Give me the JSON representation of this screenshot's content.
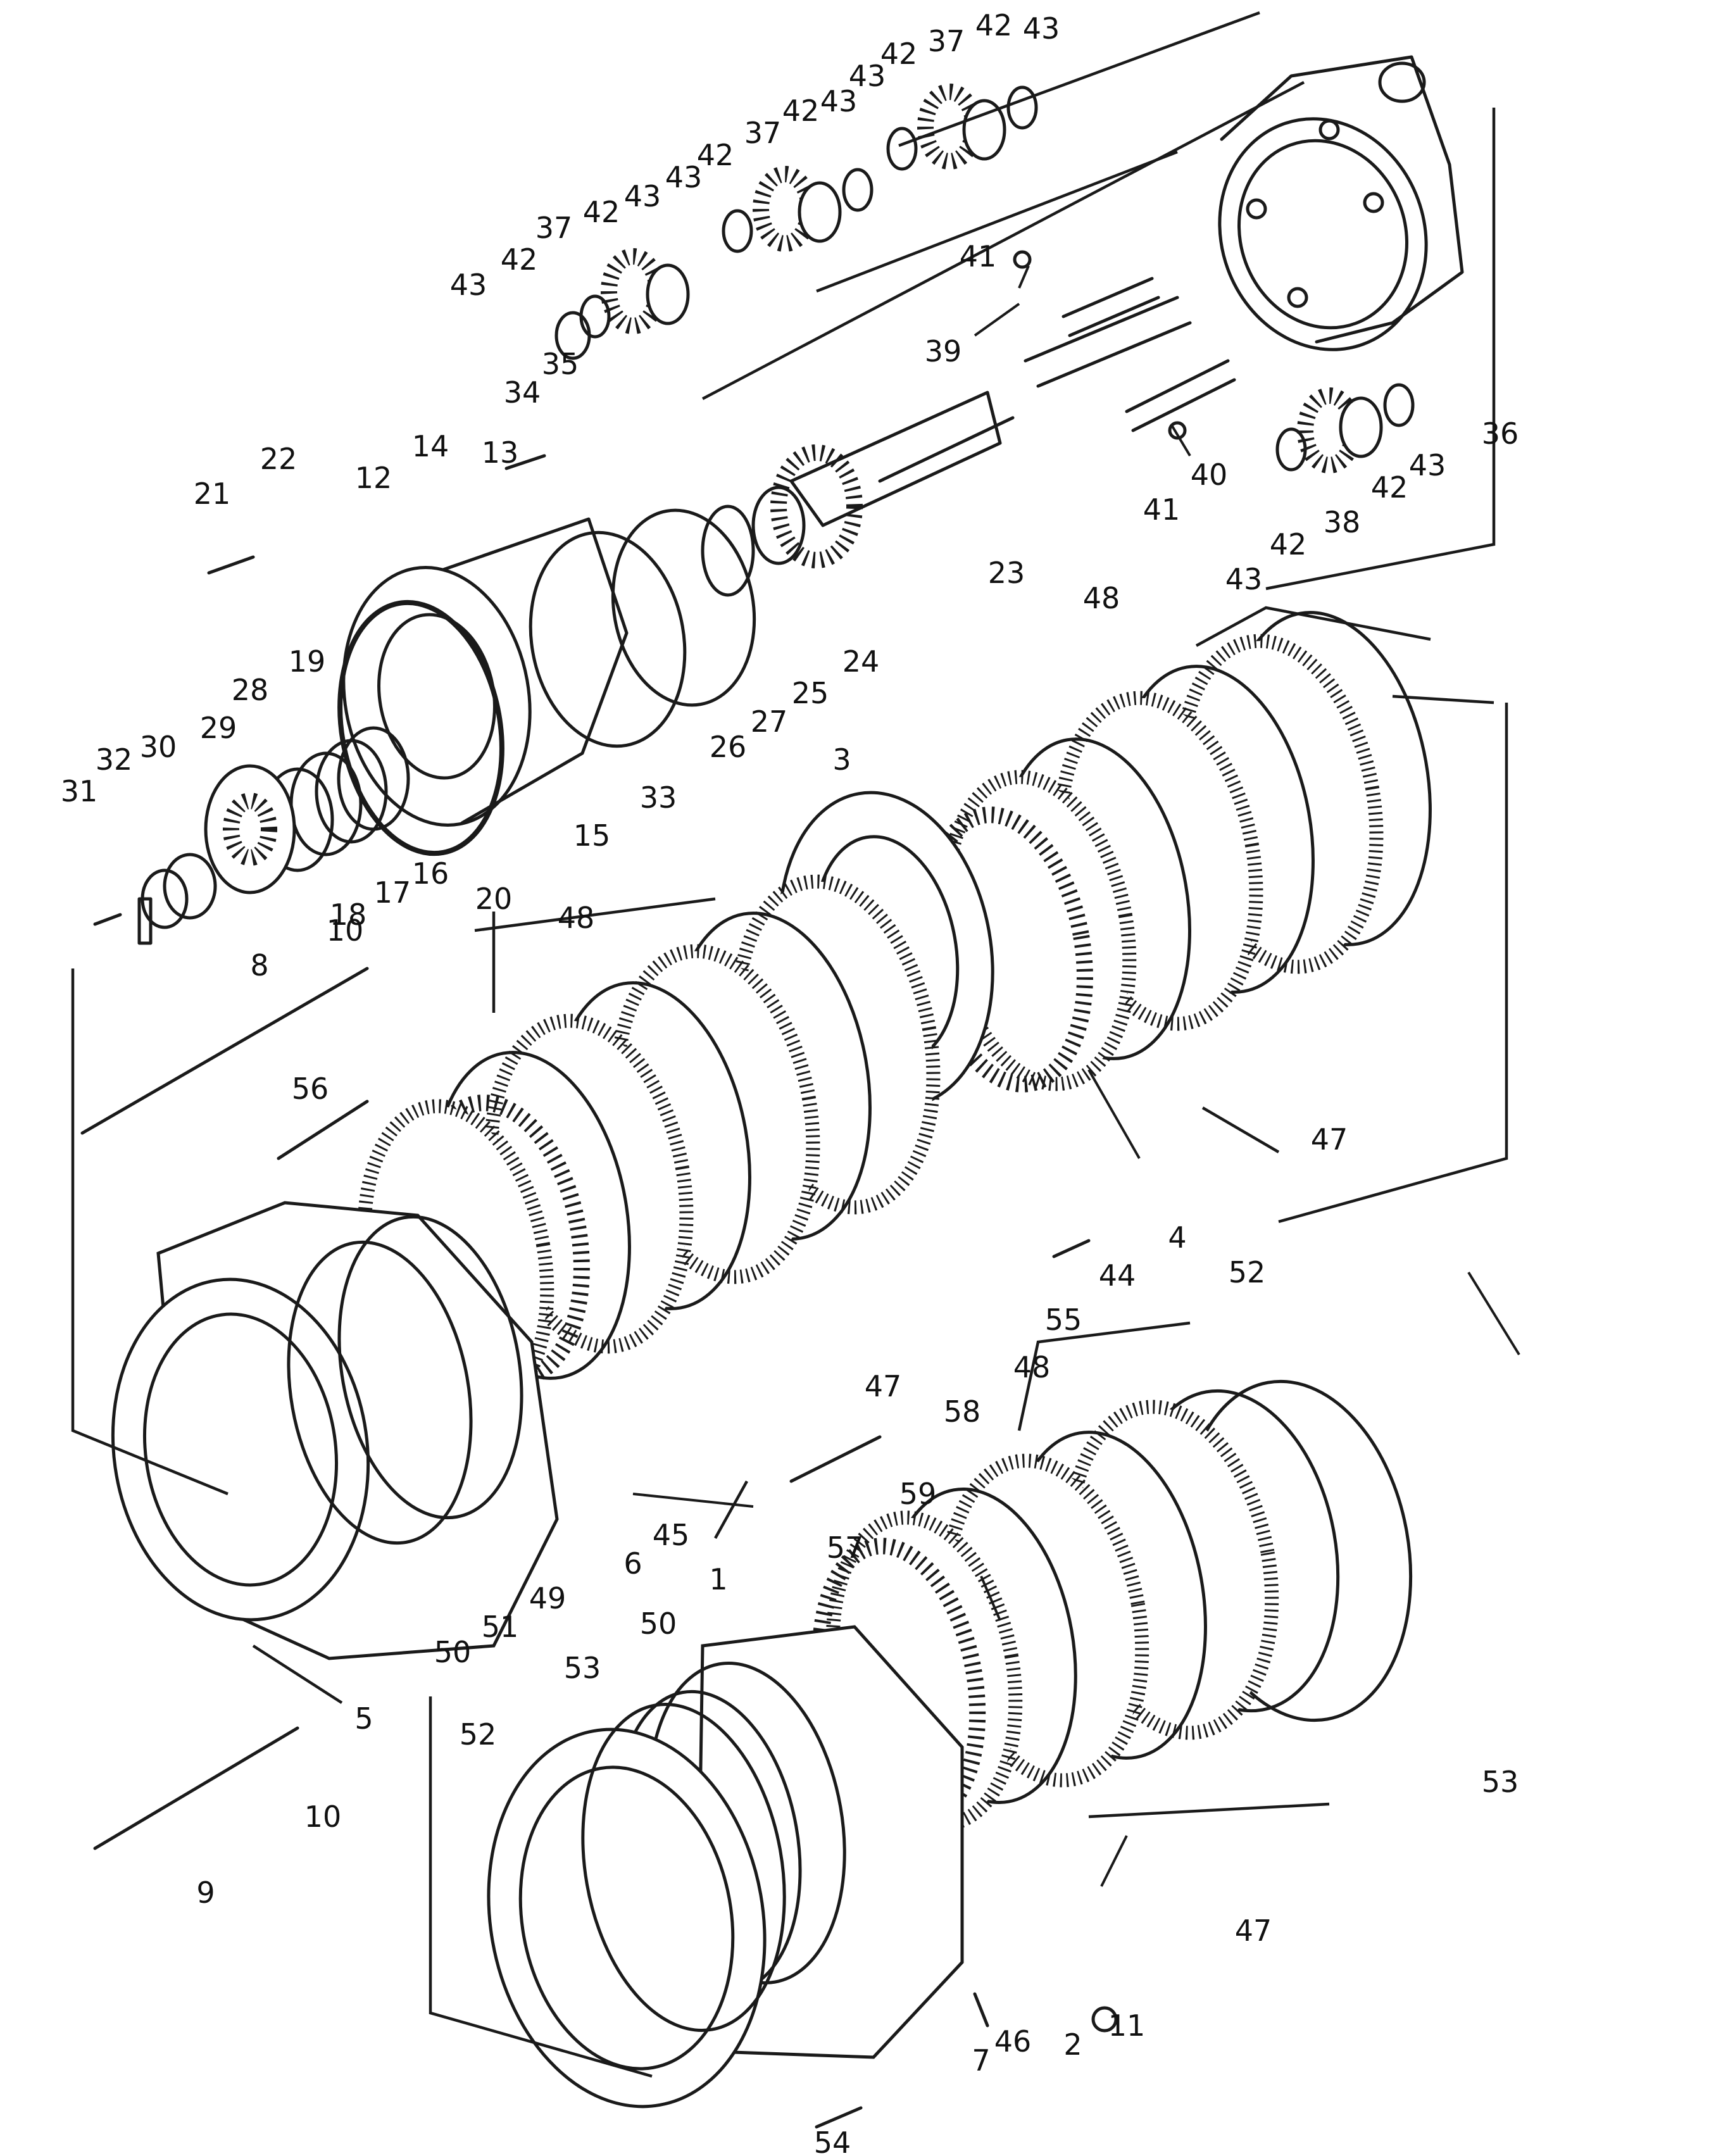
{
  "callouts": [
    {
      "label": "43"
    },
    {
      "label": "42"
    },
    {
      "label": "37"
    },
    {
      "label": "42"
    },
    {
      "label": "43"
    },
    {
      "label": "37"
    },
    {
      "label": "42"
    },
    {
      "label": "43"
    },
    {
      "label": "42"
    },
    {
      "label": "43"
    },
    {
      "label": "37"
    },
    {
      "label": "42"
    },
    {
      "label": "43"
    },
    {
      "label": "42"
    },
    {
      "label": "43"
    },
    {
      "label": "41"
    },
    {
      "label": "39"
    },
    {
      "label": "34"
    },
    {
      "label": "35"
    },
    {
      "label": "36"
    },
    {
      "label": "21"
    },
    {
      "label": "22"
    },
    {
      "label": "12"
    },
    {
      "label": "14"
    },
    {
      "label": "13"
    },
    {
      "label": "40"
    },
    {
      "label": "41"
    },
    {
      "label": "42"
    },
    {
      "label": "43"
    },
    {
      "label": "38"
    },
    {
      "label": "42"
    },
    {
      "label": "43"
    },
    {
      "label": "23"
    },
    {
      "label": "24"
    },
    {
      "label": "25"
    },
    {
      "label": "27"
    },
    {
      "label": "26"
    },
    {
      "label": "33"
    },
    {
      "label": "15"
    },
    {
      "label": "20"
    },
    {
      "label": "16"
    },
    {
      "label": "17"
    },
    {
      "label": "18"
    },
    {
      "label": "19"
    },
    {
      "label": "28"
    },
    {
      "label": "29"
    },
    {
      "label": "30"
    },
    {
      "label": "32"
    },
    {
      "label": "31"
    },
    {
      "label": "48"
    },
    {
      "label": "3"
    },
    {
      "label": "10"
    },
    {
      "label": "8"
    },
    {
      "label": "48"
    },
    {
      "label": "47"
    },
    {
      "label": "56"
    },
    {
      "label": "4"
    },
    {
      "label": "44"
    },
    {
      "label": "55"
    },
    {
      "label": "47"
    },
    {
      "label": "52"
    },
    {
      "label": "48"
    },
    {
      "label": "58"
    },
    {
      "label": "59"
    },
    {
      "label": "57"
    },
    {
      "label": "45"
    },
    {
      "label": "6"
    },
    {
      "label": "49"
    },
    {
      "label": "51"
    },
    {
      "label": "50"
    },
    {
      "label": "5"
    },
    {
      "label": "1"
    },
    {
      "label": "50"
    },
    {
      "label": "53"
    },
    {
      "label": "52"
    },
    {
      "label": "10"
    },
    {
      "label": "9"
    },
    {
      "label": "53"
    },
    {
      "label": "47"
    },
    {
      "label": "2"
    },
    {
      "label": "11"
    },
    {
      "label": "7"
    },
    {
      "label": "46"
    },
    {
      "label": "54"
    }
  ]
}
